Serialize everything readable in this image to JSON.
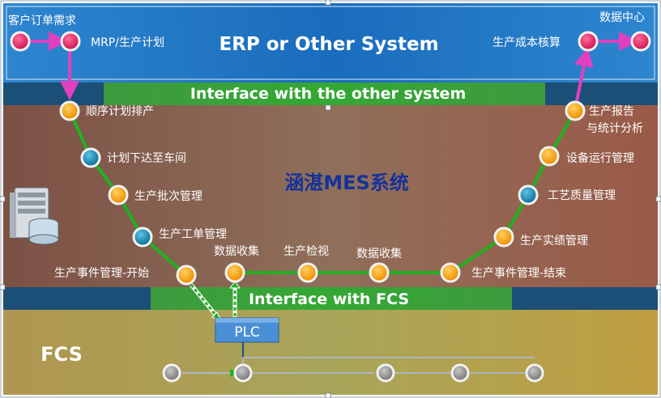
{
  "erp": {
    "title": "ERP or Other System",
    "nodes": {
      "customer_orders": "客户订单需求",
      "mrp": "MRP/生产计划",
      "cost_accounting": "生产成本核算",
      "data_center": "数据中心"
    }
  },
  "interface_top": "Interface with the other system",
  "mes": {
    "title": "涵湛MES系统",
    "nodes": {
      "sequence_plan": "顺序计划排产",
      "plan_dispatch": "计划下达至车间",
      "batch_mgmt": "生产批次管理",
      "work_order_mgmt": "生产工单管理",
      "event_start": "生产事件管理-开始",
      "data_collect_1": "数据收集",
      "production_view": "生产检视",
      "data_collect_2": "数据收集",
      "event_end": "生产事件管理-结束",
      "performance_mgmt": "生产实绩管理",
      "process_quality": "工艺质量管理",
      "equipment_mgmt": "设备运行管理",
      "report_line1": "生产报告",
      "report_line2": "与统计分析"
    }
  },
  "interface_bottom": "Interface with FCS",
  "fcs": {
    "title": "FCS",
    "plc": "PLC"
  },
  "colors": {
    "erp_blue": "#1e79c8",
    "mes_brown": "#8a5a48",
    "fcs_gold": "#b8a048",
    "interface_green": "#3aa03a",
    "flow_green": "#22b022",
    "flow_magenta": "#e040c0",
    "node_orange": "#f5a000",
    "node_teal": "#1a8ab0",
    "node_pink": "#e8306a"
  }
}
